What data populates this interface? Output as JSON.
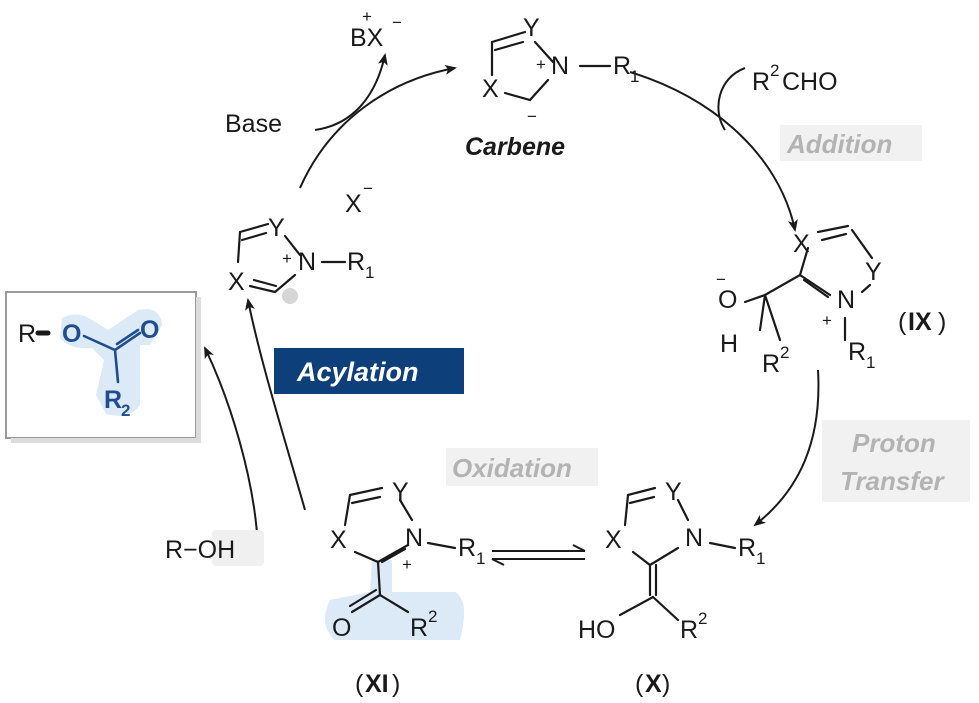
{
  "steps": {
    "addition": "Addition",
    "proton_transfer_1": "Proton",
    "proton_transfer_2": "Transfer",
    "oxidation": "Oxidation",
    "acylation": "Acylation"
  },
  "labels": {
    "carbene": "Carbene",
    "ix": "IX",
    "x": "X",
    "xi": "XI"
  },
  "reagents": {
    "base": "Base",
    "bx_plus": "+",
    "bx": "BX",
    "bx_minus": "−",
    "counterion_x": "X",
    "counterion_minus": "−",
    "aldehyde_r": "R",
    "aldehyde_sup": "2",
    "aldehyde_cho": "CHO",
    "alcohol": "R−OH"
  },
  "atoms": {
    "X": "X",
    "Y": "Y",
    "N": "N",
    "R": "R",
    "sub1": "1",
    "sup2": "2",
    "plus": "+",
    "minus": "−",
    "O": "O",
    "H": "H",
    "HO": "HO",
    "R2": "R",
    "two": "2"
  },
  "product": {
    "r": "R",
    "o1": "O",
    "o2": "O",
    "r2": "R",
    "r2_sub": "2"
  },
  "colors": {
    "acylation_box": "#0d3f7a",
    "highlight": "#dce9f7",
    "product_blue": "#1f4e8c",
    "grey_text": "#b3b3b3"
  }
}
